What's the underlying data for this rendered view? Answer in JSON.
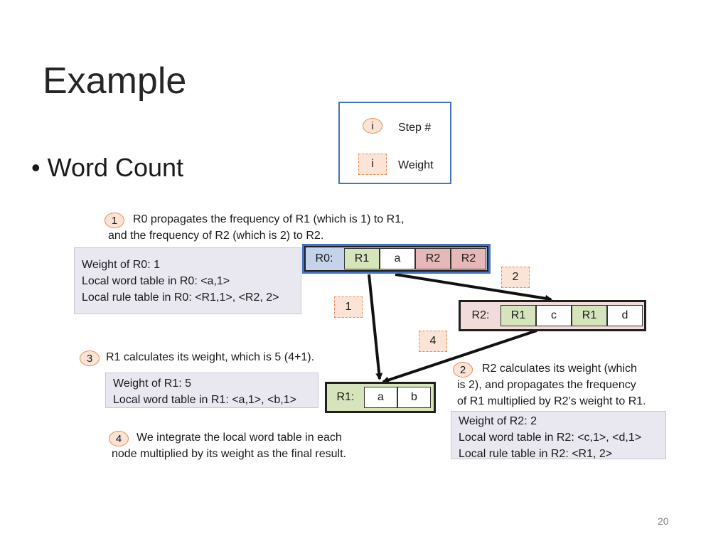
{
  "title": "Example",
  "bullet": "Word Count",
  "legend": {
    "step_symbol": "i",
    "step_label": "Step #",
    "weight_symbol": "i",
    "weight_label": "Weight"
  },
  "step1": {
    "num": "1",
    "line1": "R0 propagates the frequency of R1 (which is 1) to R1,",
    "line2": "and the frequency of R2 (which is 2) to R2."
  },
  "r0_info": {
    "line1": "Weight of R0: 1",
    "line2": "Local word table in R0: <a,1>",
    "line3": "Local rule table in R0: <R1,1>, <R2, 2>"
  },
  "nodes": {
    "r0": {
      "label": "R0:",
      "cells": [
        "R1",
        "a",
        "R2",
        "R2"
      ]
    },
    "r2": {
      "label": "R2:",
      "cells": [
        "R1",
        "c",
        "R1",
        "d"
      ]
    },
    "r1": {
      "label": "R1:",
      "cells": [
        "a",
        "b"
      ]
    }
  },
  "weights": {
    "w_r0_r2": "2",
    "w_r0_r1": "1",
    "w_r2_r1": "4"
  },
  "step3": {
    "num": "3",
    "text": "R1 calculates its weight, which is 5 (4+1)."
  },
  "r1_info": {
    "line1": "Weight of R1: 5",
    "line2": "Local word table in R1: <a,1>, <b,1>"
  },
  "step2": {
    "num": "2",
    "line1": "R2 calculates its weight (which",
    "line2": "is 2), and propagates the frequency",
    "line3": "of R1 multiplied by R2’s weight to R1."
  },
  "r2_info": {
    "line1": "Weight of R2: 2",
    "line2": "Local word table in R2: <c,1>, <d,1>",
    "line3": "Local rule table in R2: <R1, 2>"
  },
  "step4": {
    "num": "4",
    "line1": "We integrate the local word table in each",
    "line2": "node multiplied by its weight as the final result."
  },
  "page_number": "20",
  "colors": {
    "legend_border": "#4472c4",
    "r0_node_bg": "#c5d3ea",
    "r2_node_bg": "#f2dcdb",
    "r1_node_bg": "#d6e4bc",
    "step_circle_bg": "#fbe3d6",
    "step_circle_border": "#e88a4f",
    "info_box_bg": "#e9e7ef"
  }
}
